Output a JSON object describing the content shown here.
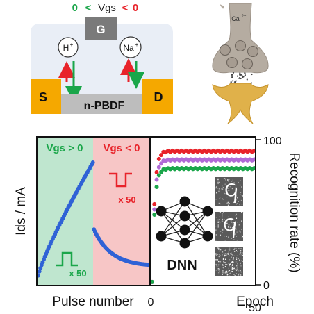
{
  "top_left": {
    "title_left": "0",
    "title_lt1": "<",
    "title_mid": "Vgs",
    "title_lt2": "<",
    "title_right": "0",
    "gate_label": "G",
    "ion_h": "H",
    "ion_h_sup": "+",
    "ion_na": "Na",
    "ion_na_sup": "+",
    "source_label": "S",
    "drain_label": "D",
    "channel_label": "n-PBDF"
  },
  "top_right": {
    "ion_label": "Ca",
    "ion_sup": "2+"
  },
  "colors": {
    "green": "#1aa64a",
    "red": "#e8232a",
    "gold": "#f5a800",
    "gate": "#7a7a7a",
    "electrolyte": "#e9eef6",
    "channel": "#bdbdbd",
    "potentiation_bg": "#bfe6cf",
    "depression_bg": "#f7c6c6",
    "blue": "#2f62d6",
    "purple": "#b06ad6",
    "neuron_body": "#b5aca1",
    "dendrite": "#e0b14a"
  },
  "chart_data": [
    {
      "type": "scatter",
      "xlabel": "Pulse number",
      "ylabel": "Ids / mA",
      "regions": [
        {
          "label": "Vgs > 0",
          "pulse_label": "x 50",
          "color": "#1aa64a"
        },
        {
          "label": "Vgs < 0",
          "pulse_label": "x 50",
          "color": "#e8232a"
        }
      ],
      "series": [
        {
          "color": "#2f62d6",
          "x_range": [
            0,
            100
          ],
          "potentiation": {
            "points": 50,
            "start": 0.02,
            "end": 1.0
          },
          "depression": {
            "points": 50,
            "start": 0.42,
            "end": 0.1
          }
        }
      ]
    },
    {
      "type": "scatter",
      "xlabel": "Epoch",
      "ylabel": "Recognition rate (%)",
      "x_ticks": [
        "0",
        "50"
      ],
      "y_ticks": [
        "100",
        "0"
      ],
      "xlim": [
        0,
        50
      ],
      "ylim": [
        0,
        100
      ],
      "inset_label": "DNN",
      "series": [
        {
          "color": "#e8232a",
          "plateau": 92
        },
        {
          "color": "#b06ad6",
          "plateau": 86
        },
        {
          "color": "#1aa64a",
          "plateau": 80
        }
      ]
    }
  ]
}
